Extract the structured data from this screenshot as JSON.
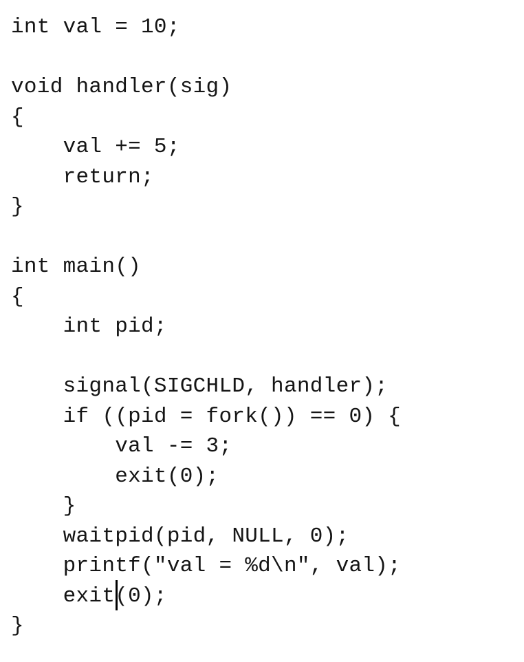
{
  "code": {
    "lines": [
      "int val = 10;",
      "",
      "void handler(sig)",
      "{",
      "    val += 5;",
      "    return;",
      "}",
      "",
      "int main()",
      "{",
      "    int pid;",
      "",
      "    signal(SIGCHLD, handler);",
      "    if ((pid = fork()) == 0) {",
      "        val -= 3;",
      "        exit(0);",
      "    }",
      "    waitpid(pid, NULL, 0);",
      "    printf(\"val = %d\\n\", val);",
      "    exit(0);",
      "}"
    ]
  }
}
